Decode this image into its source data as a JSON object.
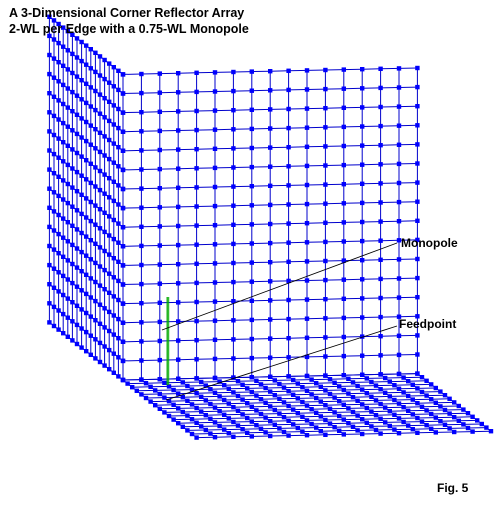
{
  "title": {
    "line1": "A 3-Dimensional Corner Reflector Array",
    "line2": "2-WL per Edge with a 0.75-WL Monopole"
  },
  "labels": {
    "monopole": "Monopole",
    "feedpoint": "Feedpoint",
    "figure": "Fig. 5"
  },
  "colors": {
    "wire": "#0000cc",
    "node": "#0000ff",
    "monopole": "#00aa00",
    "leader": "#000000",
    "text": "#000000",
    "background": "#ffffff"
  }
}
